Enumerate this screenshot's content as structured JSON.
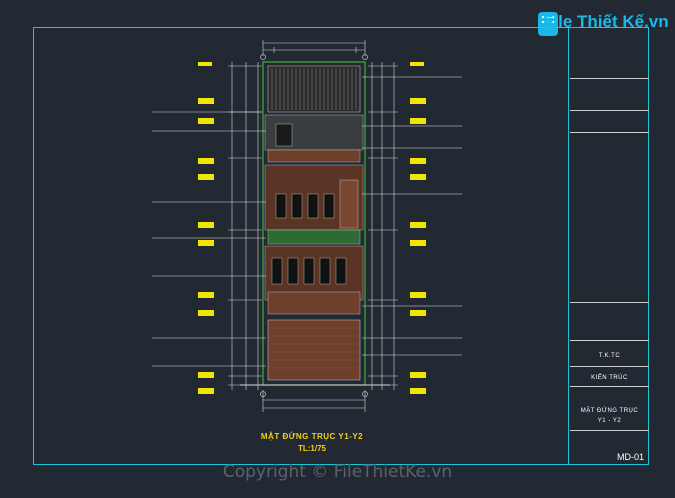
{
  "watermark": {
    "logo_text": "File Thiết Kế.vn"
  },
  "footer": {
    "copyright": "Copyright © FileThietKe.vn"
  },
  "drawing": {
    "title": "MẶT ĐỨNG TRỤC Y1-Y2",
    "scale": "TL:1/75"
  },
  "title_block": {
    "author": "T.K.TC",
    "field": "KIẾN TRÚC",
    "sheet_name_line1": "MẶT ĐỨNG TRỤC",
    "sheet_name_line2": "Y1 - Y2",
    "sheet_number": "MD-01"
  },
  "colors": {
    "background": "#222933",
    "frame": "#18c7d9",
    "title": "#f2d11a",
    "annotation": "#ffffff",
    "marker": "#f2e600",
    "brick": "#6e3f2a",
    "green_line": "#3fae3a"
  }
}
